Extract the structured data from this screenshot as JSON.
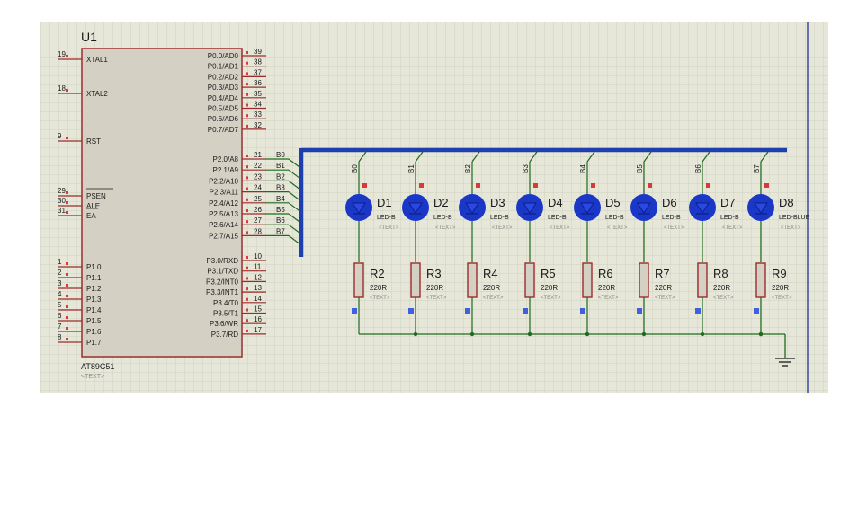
{
  "mcu": {
    "ref": "U1",
    "part": "AT89C51",
    "text_placeholder": "<TEXT>",
    "left_pins": [
      {
        "num": "19",
        "name": "XTAL1"
      },
      {
        "num": "18",
        "name": "XTAL2"
      },
      {
        "num": "9",
        "name": "RST"
      },
      {
        "num": "29",
        "name": "PSEN"
      },
      {
        "num": "30",
        "name": "ALE"
      },
      {
        "num": "31",
        "name": "EA"
      },
      {
        "num": "1",
        "name": "P1.0"
      },
      {
        "num": "2",
        "name": "P1.1"
      },
      {
        "num": "3",
        "name": "P1.2"
      },
      {
        "num": "4",
        "name": "P1.3"
      },
      {
        "num": "5",
        "name": "P1.4"
      },
      {
        "num": "6",
        "name": "P1.5"
      },
      {
        "num": "7",
        "name": "P1.6"
      },
      {
        "num": "8",
        "name": "P1.7"
      }
    ],
    "right_pins": [
      {
        "num": "39",
        "name": "P0.0/AD0"
      },
      {
        "num": "38",
        "name": "P0.1/AD1"
      },
      {
        "num": "37",
        "name": "P0.2/AD2"
      },
      {
        "num": "36",
        "name": "P0.3/AD3"
      },
      {
        "num": "35",
        "name": "P0.4/AD4"
      },
      {
        "num": "34",
        "name": "P0.5/AD5"
      },
      {
        "num": "33",
        "name": "P0.6/AD6"
      },
      {
        "num": "32",
        "name": "P0.7/AD7"
      },
      {
        "num": "21",
        "name": "P2.0/A8"
      },
      {
        "num": "22",
        "name": "P2.1/A9"
      },
      {
        "num": "23",
        "name": "P2.2/A10"
      },
      {
        "num": "24",
        "name": "P2.3/A11"
      },
      {
        "num": "25",
        "name": "P2.4/A12"
      },
      {
        "num": "26",
        "name": "P2.5/A13"
      },
      {
        "num": "27",
        "name": "P2.6/A14"
      },
      {
        "num": "28",
        "name": "P2.7/A15"
      },
      {
        "num": "10",
        "name": "P3.0/RXD"
      },
      {
        "num": "11",
        "name": "P3.1/TXD"
      },
      {
        "num": "12",
        "name": "P3.2/INT0"
      },
      {
        "num": "13",
        "name": "P3.3/INT1"
      },
      {
        "num": "14",
        "name": "P3.4/T0"
      },
      {
        "num": "15",
        "name": "P3.5/T1"
      },
      {
        "num": "16",
        "name": "P3.6/WR"
      },
      {
        "num": "17",
        "name": "P3.7/RD"
      }
    ]
  },
  "bus_nets": [
    "B0",
    "B1",
    "B2",
    "B3",
    "B4",
    "B5",
    "B6",
    "B7"
  ],
  "leds": [
    {
      "ref": "D1",
      "value": "LED-B",
      "text": "<TEXT>"
    },
    {
      "ref": "D2",
      "value": "LED-B",
      "text": "<TEXT>"
    },
    {
      "ref": "D3",
      "value": "LED-B",
      "text": "<TEXT>"
    },
    {
      "ref": "D4",
      "value": "LED-B",
      "text": "<TEXT>"
    },
    {
      "ref": "D5",
      "value": "LED-B",
      "text": "<TEXT>"
    },
    {
      "ref": "D6",
      "value": "LED-B",
      "text": "<TEXT>"
    },
    {
      "ref": "D7",
      "value": "LED-B",
      "text": "<TEXT>"
    },
    {
      "ref": "D8",
      "value": "LED-BLUE",
      "text": "<TEXT>"
    }
  ],
  "resistors": [
    {
      "ref": "R2",
      "value": "220R",
      "text": "<TEXT>"
    },
    {
      "ref": "R3",
      "value": "220R",
      "text": "<TEXT>"
    },
    {
      "ref": "R4",
      "value": "220R",
      "text": "<TEXT>"
    },
    {
      "ref": "R5",
      "value": "220R",
      "text": "<TEXT>"
    },
    {
      "ref": "R6",
      "value": "220R",
      "text": "<TEXT>"
    },
    {
      "ref": "R7",
      "value": "220R",
      "text": "<TEXT>"
    },
    {
      "ref": "R8",
      "value": "220R",
      "text": "<TEXT>"
    },
    {
      "ref": "R9",
      "value": "220R",
      "text": "<TEXT>"
    }
  ],
  "colors": {
    "grid_bg": "#e6e7d8",
    "grid_line": "#cdd0c0",
    "chip_fill": "#d4d1c4",
    "chip_border": "#9c2c2c",
    "wire": "#1e6b1e",
    "bus": "#1e3fae",
    "led_blue": "#1a37c8",
    "pin_red": "#d83a3a",
    "pin_blue": "#4060e0",
    "text": "#1a1a1a",
    "placeholder": "#8a8a8a"
  }
}
